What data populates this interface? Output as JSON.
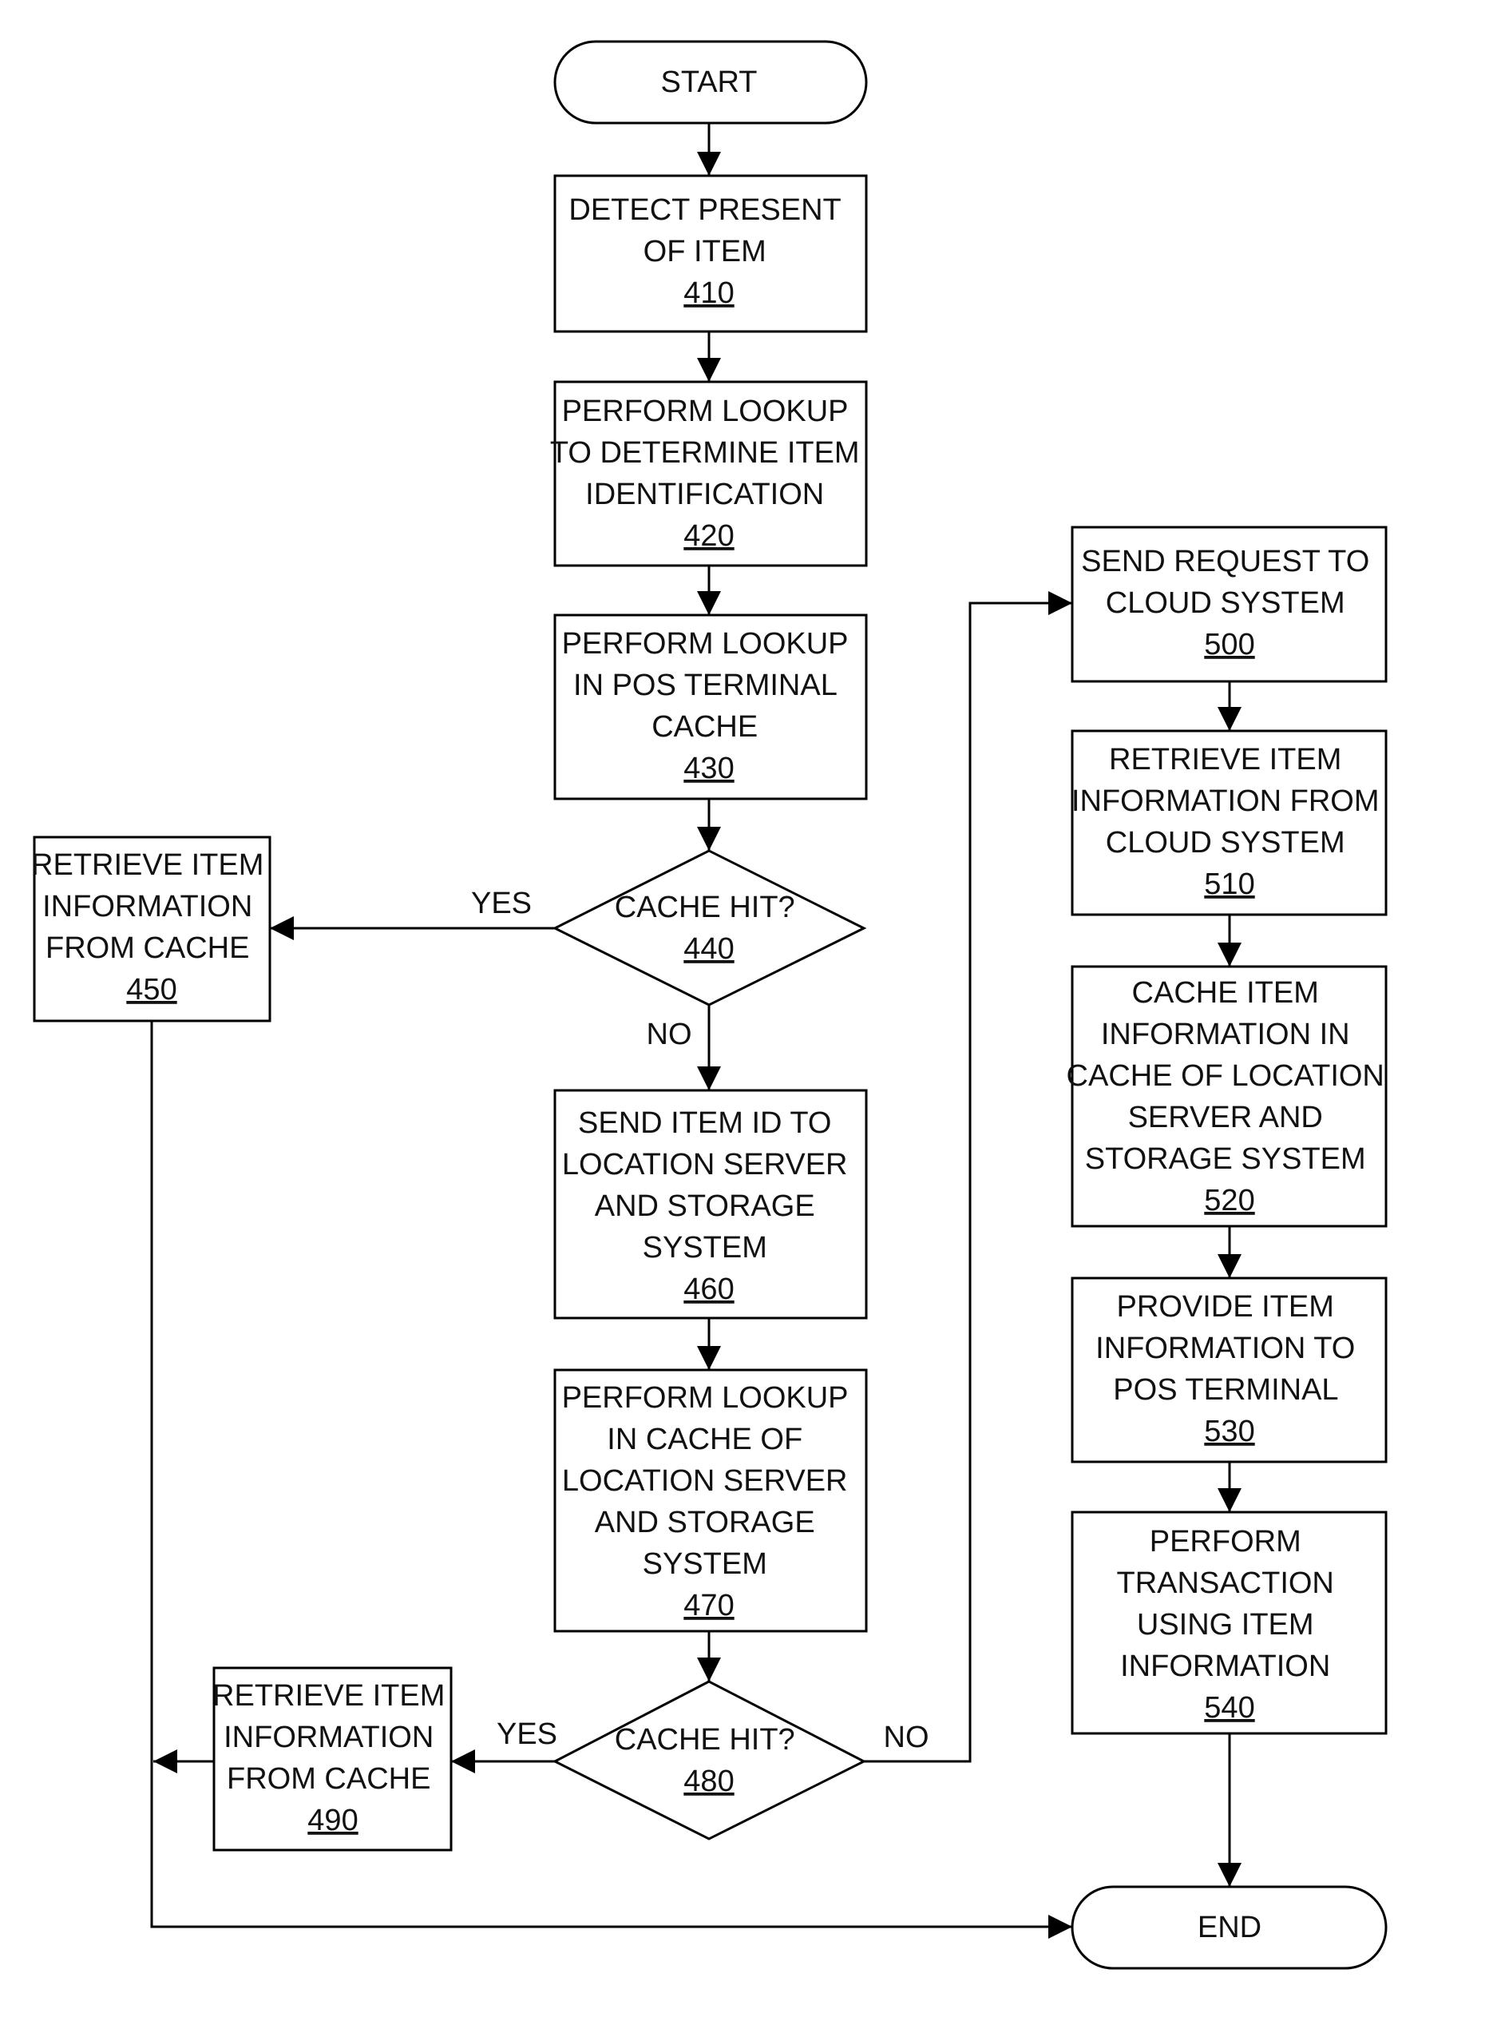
{
  "start": "START",
  "end": "END",
  "steps": {
    "s410": {
      "lines": [
        "DETECT PRESENT",
        "OF ITEM"
      ],
      "ref": "410"
    },
    "s420": {
      "lines": [
        "PERFORM LOOKUP",
        "TO DETERMINE ITEM",
        "IDENTIFICATION"
      ],
      "ref": "420"
    },
    "s430": {
      "lines": [
        "PERFORM LOOKUP",
        "IN POS TERMINAL",
        "CACHE"
      ],
      "ref": "430"
    },
    "s440": {
      "lines": [
        "CACHE HIT?"
      ],
      "ref": "440"
    },
    "s450": {
      "lines": [
        "RETRIEVE ITEM",
        "INFORMATION",
        "FROM CACHE"
      ],
      "ref": "450"
    },
    "s460": {
      "lines": [
        "SEND ITEM ID TO",
        "LOCATION SERVER",
        "AND STORAGE",
        "SYSTEM"
      ],
      "ref": "460"
    },
    "s470": {
      "lines": [
        "PERFORM LOOKUP",
        "IN CACHE OF",
        "LOCATION SERVER",
        "AND STORAGE",
        "SYSTEM"
      ],
      "ref": "470"
    },
    "s480": {
      "lines": [
        "CACHE HIT?"
      ],
      "ref": "480"
    },
    "s490": {
      "lines": [
        "RETRIEVE ITEM",
        "INFORMATION",
        "FROM CACHE"
      ],
      "ref": "490"
    },
    "s500": {
      "lines": [
        "SEND REQUEST TO",
        "CLOUD SYSTEM"
      ],
      "ref": "500"
    },
    "s510": {
      "lines": [
        "RETRIEVE ITEM",
        "INFORMATION FROM",
        "CLOUD SYSTEM"
      ],
      "ref": "510"
    },
    "s520": {
      "lines": [
        "CACHE ITEM",
        "INFORMATION IN",
        "CACHE OF LOCATION",
        "SERVER AND",
        "STORAGE SYSTEM"
      ],
      "ref": "520"
    },
    "s530": {
      "lines": [
        "PROVIDE ITEM",
        "INFORMATION TO",
        "POS TERMINAL"
      ],
      "ref": "530"
    },
    "s540": {
      "lines": [
        "PERFORM",
        "TRANSACTION",
        "USING ITEM",
        "INFORMATION"
      ],
      "ref": "540"
    }
  },
  "edge_labels": {
    "yes_440": "YES",
    "no_440": "NO",
    "yes_480": "YES",
    "no_480": "NO"
  }
}
